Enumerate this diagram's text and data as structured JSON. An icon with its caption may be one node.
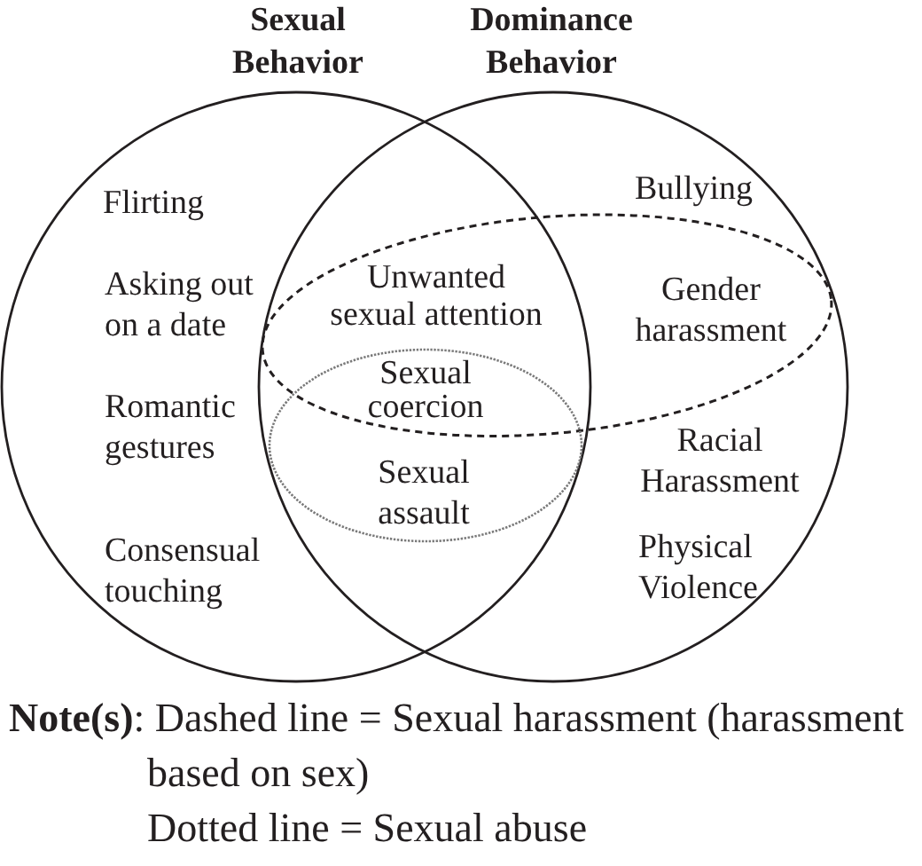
{
  "diagram": {
    "nodes": [
      {
        "text": [
          "Sexual Behavior",
          "Flirting",
          "Asking out on a date",
          "Romantic gestures",
          "Consensual touching"
        ]
      },
      {
        "text": [
          "Dominance Behavior",
          "Bullying",
          "Racial Harassment",
          "Physical Violence"
        ]
      },
      {
        "text": [
          "Unwanted sexual attention",
          "Gender harassment"
        ],
        "in": 1
      },
      {
        "text": [
          "Sexual coercion",
          "Sexual assault"
        ]
      }
    ],
    "labels": [
      "**Note(s)**: Dashed line = Sexual harassment (harassment based on sex)",
      "Dotted line = Sexual abuse"
    ]
  }
}
